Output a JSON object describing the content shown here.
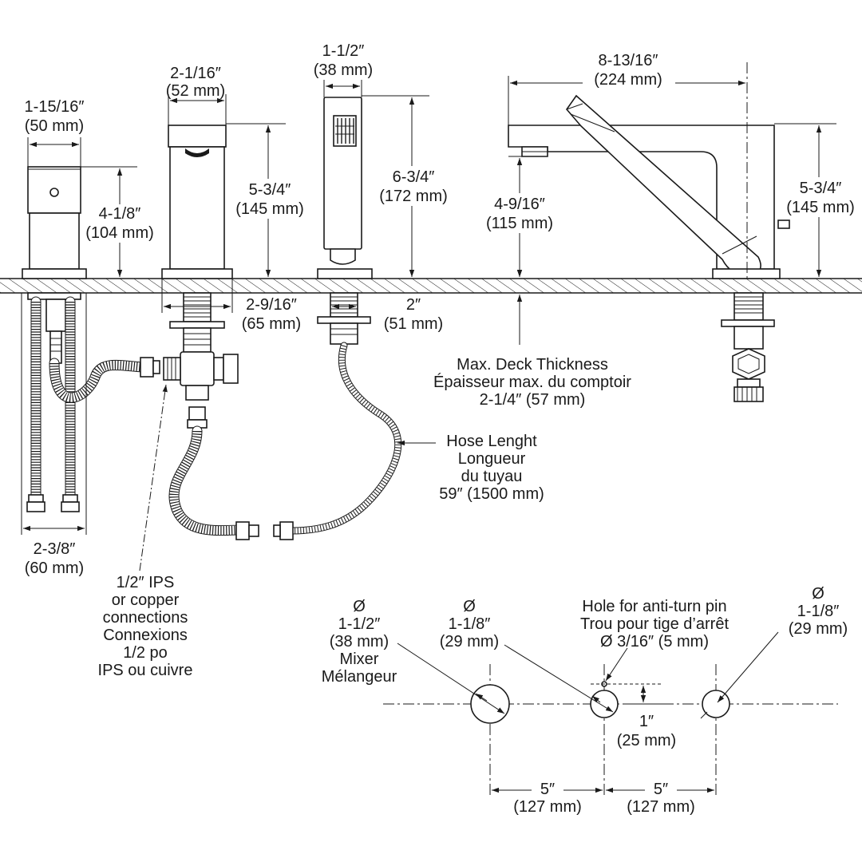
{
  "deck_valve_left": {
    "width_label": "1-15/16″",
    "width_mm": "(50 mm)",
    "height_label": "4-1/8″",
    "height_mm": "(104 mm)",
    "bottom_label": "2-3/8″",
    "bottom_mm": "(60 mm)"
  },
  "diverter": {
    "width_label": "2-1/16″",
    "width_mm": "(52 mm)",
    "height_label": "5-3/4″",
    "height_mm": "(145 mm)",
    "base_label": "2-9/16″",
    "base_mm": "(65 mm)"
  },
  "handshower": {
    "width_label": "1-1/2″",
    "width_mm": "(38 mm)",
    "height_label": "6-3/4″",
    "height_mm": "(172 mm)",
    "base_label": "2″",
    "base_mm": "(51 mm)"
  },
  "spout": {
    "reach_label": "8-13/16″",
    "reach_mm": "(224 mm)",
    "clearance_label": "4-9/16″",
    "clearance_mm": "(115 mm)",
    "height_label": "5-3/4″",
    "height_mm": "(145 mm)"
  },
  "deck_thickness": {
    "line1": "Max. Deck Thickness",
    "line2": "Épaisseur max. du comptoir",
    "line3": "2-1/4″ (57 mm)"
  },
  "hose_length": {
    "line1": "Hose Lenght",
    "line2": "Longueur",
    "line3": "du tuyau",
    "line4": "59″ (1500 mm)"
  },
  "connections": {
    "line1": "1/2″ IPS",
    "line2": "or copper",
    "line3": "connections",
    "line4": "Connexions",
    "line5": "1/2 po",
    "line6": "IPS ou cuivre"
  },
  "holes": {
    "mixer": {
      "symbol": "Ø",
      "size": "1-1/2″",
      "mm": "(38 mm)",
      "name_en": "Mixer",
      "name_fr": "Mélangeur"
    },
    "middle": {
      "symbol": "Ø",
      "size": "1-1/8″",
      "mm": "(29 mm)"
    },
    "right": {
      "symbol": "Ø",
      "size": "1-1/8″",
      "mm": "(29 mm)"
    },
    "pin": {
      "line1": "Hole for anti-turn pin",
      "line2": "Trou pour tige d’arrêt",
      "line3": "Ø 3/16″ (5 mm)"
    },
    "pin_offset": {
      "label": "1″",
      "mm": "(25 mm)"
    },
    "spacing_left": {
      "label": "5″",
      "mm": "(127 mm)"
    },
    "spacing_right": {
      "label": "5″",
      "mm": "(127 mm)"
    }
  }
}
